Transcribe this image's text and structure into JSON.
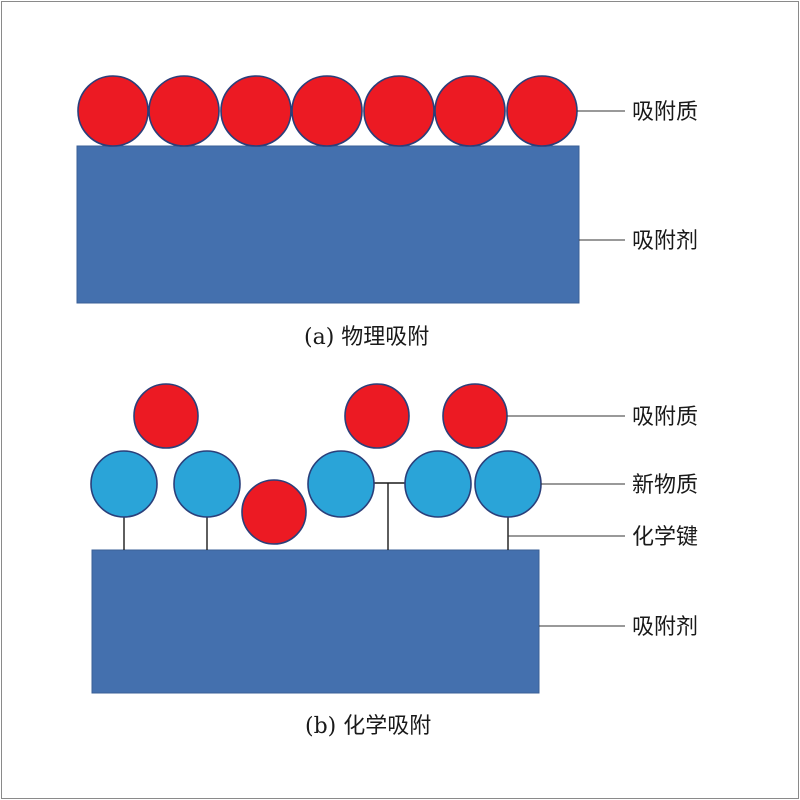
{
  "panel_a": {
    "caption": "(a) 物理吸附",
    "labels": {
      "adsorbate": "吸附质",
      "adsorbent": "吸附剂"
    },
    "adsorbate_count": 7
  },
  "panel_b": {
    "caption": "(b) 化学吸附",
    "labels": {
      "adsorbate": "吸附质",
      "new_substance": "新物质",
      "chemical_bond": "化学键",
      "adsorbent": "吸附剂"
    }
  },
  "colors": {
    "adsorbent": "#4470ae",
    "adsorbate": "#ec1a23",
    "new_substance": "#2aa4d8"
  }
}
